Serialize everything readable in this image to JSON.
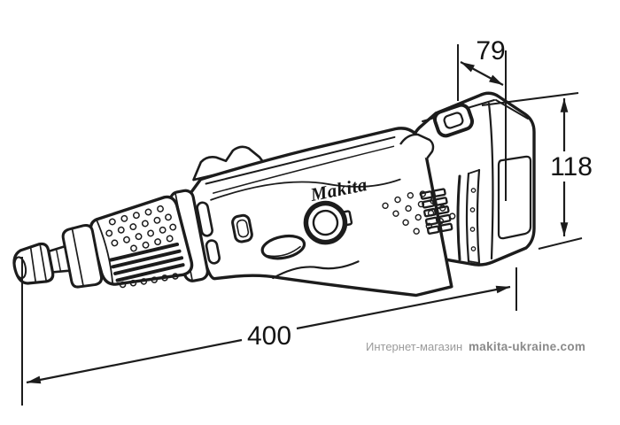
{
  "logo": {
    "text": "Makita"
  },
  "dimensions": {
    "battery_width": {
      "value": "79"
    },
    "height": {
      "value": "118"
    },
    "length": {
      "value": "400"
    }
  },
  "watermark": {
    "store_label": "Интернет-магазин",
    "site": "makita-ukraine.com"
  },
  "colors": {
    "ink": "#1c1c1c",
    "watermark_gray": "#9b9b9b",
    "watermark_site_gray": "#8a8a8a",
    "background": "#ffffff"
  }
}
